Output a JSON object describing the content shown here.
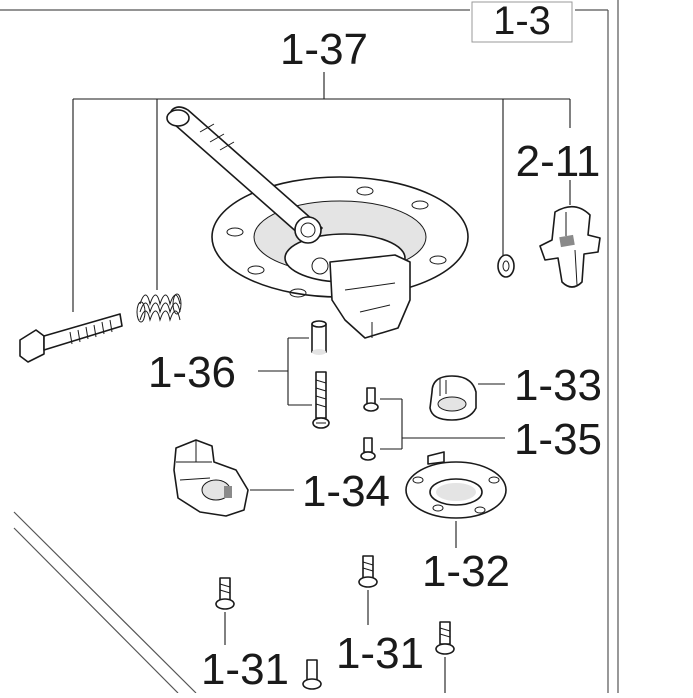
{
  "diagram": {
    "header_ref": "1-3",
    "labels": {
      "assembly": "1-37",
      "wing_knob": "2-11",
      "pin_set": "1-36",
      "clamp_collar": "1-33",
      "collar_screws": "1-35",
      "latch_block": "1-34",
      "flange": "1-32",
      "screw_left": "1-31",
      "screw_right": "1-31"
    },
    "icons": {
      "lever_plate": "lever-base-plate-drawing",
      "bolt": "long-hex-bolt-drawing",
      "spring": "coil-spring-drawing",
      "washer": "washer-drawing",
      "knob": "wing-knob-drawing",
      "sleeve": "sleeve-pin-drawing",
      "long_screw": "long-screw-drawing",
      "collar": "clamp-collar-drawing",
      "small_screw": "small-screw-drawing",
      "latch": "latch-block-drawing",
      "flange": "round-flange-drawing"
    }
  }
}
